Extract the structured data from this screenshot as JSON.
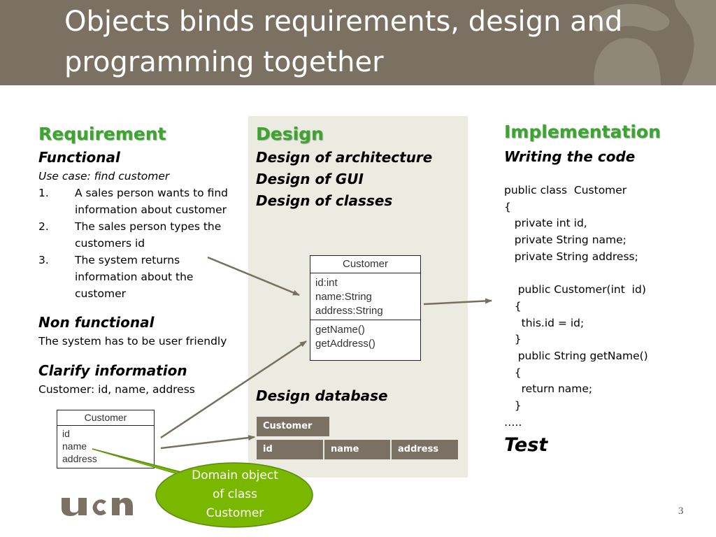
{
  "slide": {
    "title": "Objects binds requirements, design and programming together",
    "page_number": "3"
  },
  "requirement": {
    "heading": "Requirement",
    "functional": "Functional",
    "use_case": "Use case: find customer",
    "steps": [
      {
        "num": "1.",
        "lines": [
          "A sales person wants to find",
          "information about customer"
        ]
      },
      {
        "num": "2.",
        "lines": [
          "The sales person types the",
          "customers id"
        ]
      },
      {
        "num": "3.",
        "lines": [
          "The system returns",
          "information about the",
          "customer"
        ]
      }
    ],
    "non_functional": "Non functional",
    "non_functional_text": "The system has to be user friendly",
    "clarify": "Clarify information",
    "clarify_text": "Customer: id, name, address"
  },
  "domain_class": {
    "name": "Customer",
    "attributes": [
      "id",
      "name",
      "address"
    ]
  },
  "callout": {
    "lines": [
      "Domain object",
      "of class",
      "Customer"
    ]
  },
  "design": {
    "heading": "Design",
    "items": [
      "Design of architecture",
      "Design of GUI",
      "Design of classes"
    ],
    "database_heading": "Design database"
  },
  "design_class": {
    "name": "Customer",
    "attributes": [
      "id:int",
      "name:String",
      "address:String"
    ],
    "methods": [
      "getName()",
      "getAddress()"
    ]
  },
  "db_table": {
    "name": "Customer",
    "columns": [
      "id",
      "name",
      "address"
    ]
  },
  "implementation": {
    "heading": "Implementation",
    "subheading": "Writing the code",
    "code_lines": [
      "public class  Customer",
      "{",
      "   private int id,",
      "   private String name;",
      "   private String address;",
      "",
      "    public Customer(int  id)",
      "   {",
      "     this.id = id;",
      "   }",
      "    public String getName()",
      "   {",
      "     return name;",
      "   }",
      "…..",
      "Test"
    ]
  },
  "logo": {
    "text": "ucn"
  },
  "colors": {
    "header": "#7a7162",
    "green": "#3aa62d",
    "callout": "#7ab800",
    "panel": "#ecebe2"
  }
}
